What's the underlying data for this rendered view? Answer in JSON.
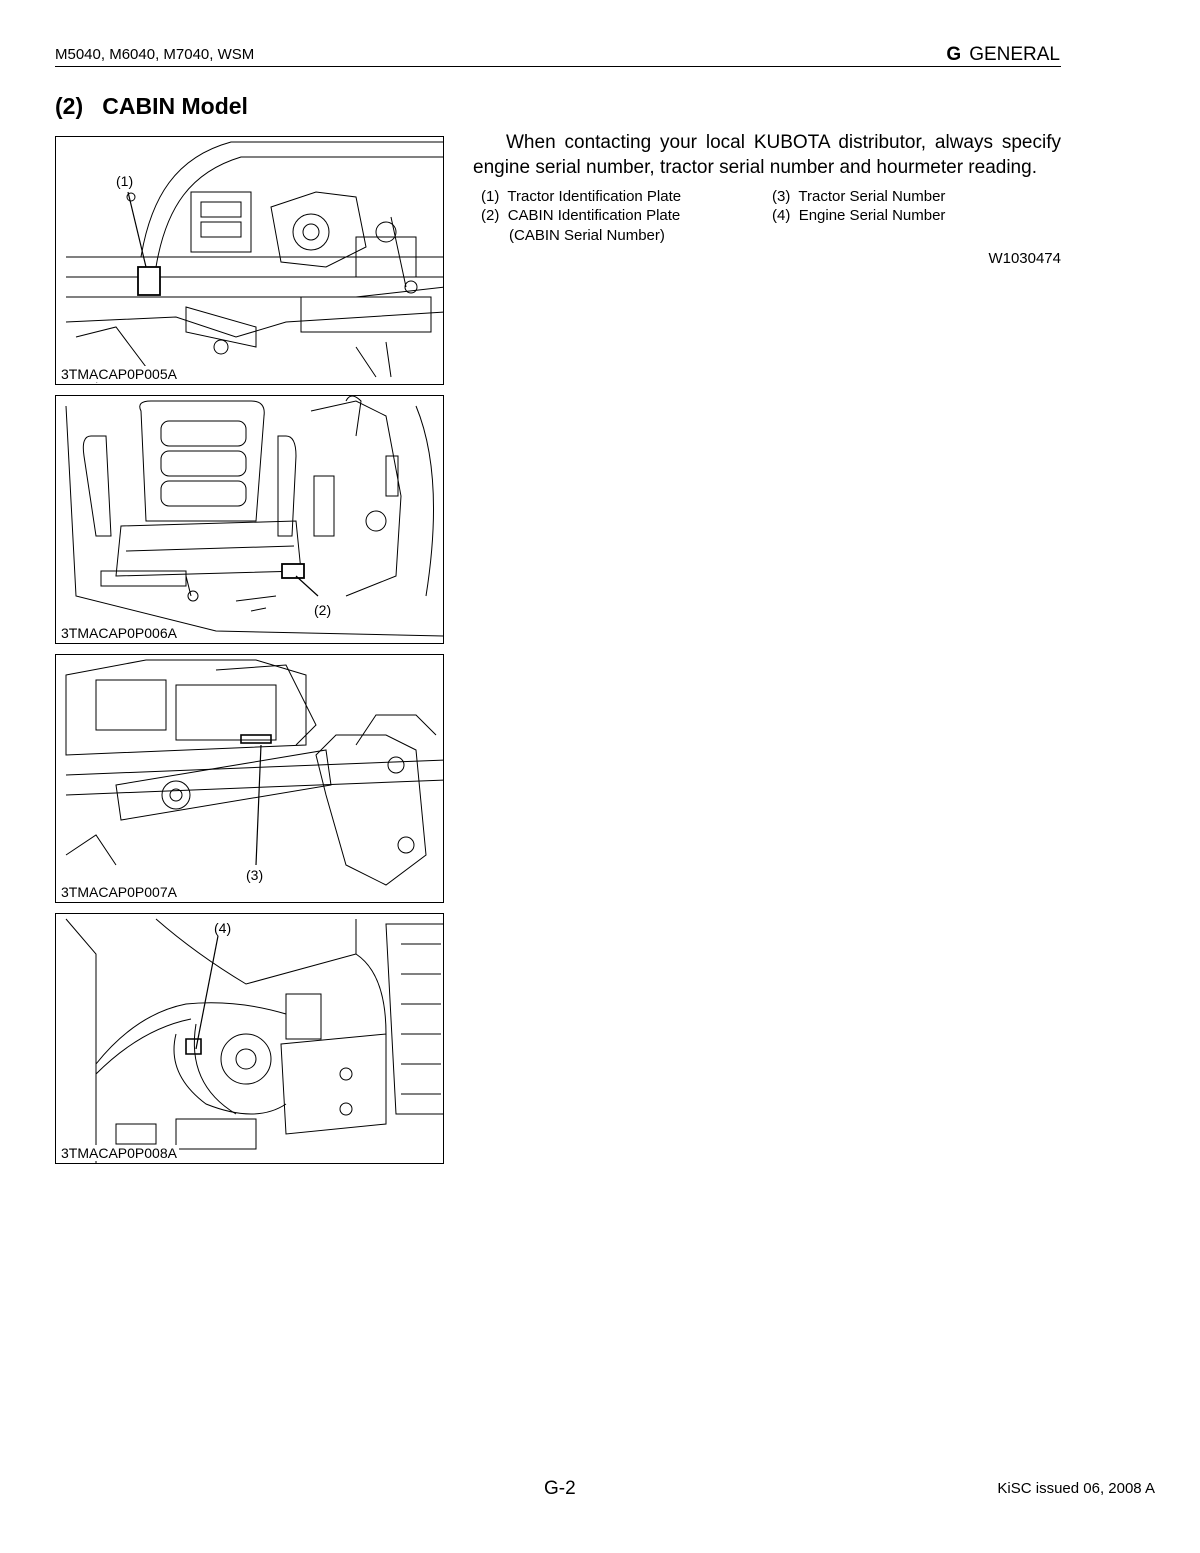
{
  "header": {
    "models": "M5040, M6040, M7040, WSM",
    "section_letter": "G",
    "section_name": "GENERAL"
  },
  "section_title": "(2)   CABIN Model",
  "intro_text": "When contacting your local KUBOTA distributor, always specify engine serial number, tractor serial number and hourmeter reading.",
  "legend": [
    {
      "num": "(1)",
      "text": "Tractor Identification Plate"
    },
    {
      "num": "(2)",
      "text": "CABIN Identification Plate",
      "sub": "(CABIN Serial Number)"
    },
    {
      "num": "(3)",
      "text": "Tractor Serial Number"
    },
    {
      "num": "(4)",
      "text": "Engine Serial Number"
    }
  ],
  "reference_code": "W1030474",
  "figures": [
    {
      "caption": "3TMACAP0P005A",
      "callout": "(1)"
    },
    {
      "caption": "3TMACAP0P006A",
      "callout": "(2)"
    },
    {
      "caption": "3TMACAP0P007A",
      "callout": "(3)"
    },
    {
      "caption": "3TMACAP0P008A",
      "callout": "(4)"
    }
  ],
  "footer": {
    "page": "G-2",
    "issue": "KiSC issued 06, 2008 A"
  }
}
